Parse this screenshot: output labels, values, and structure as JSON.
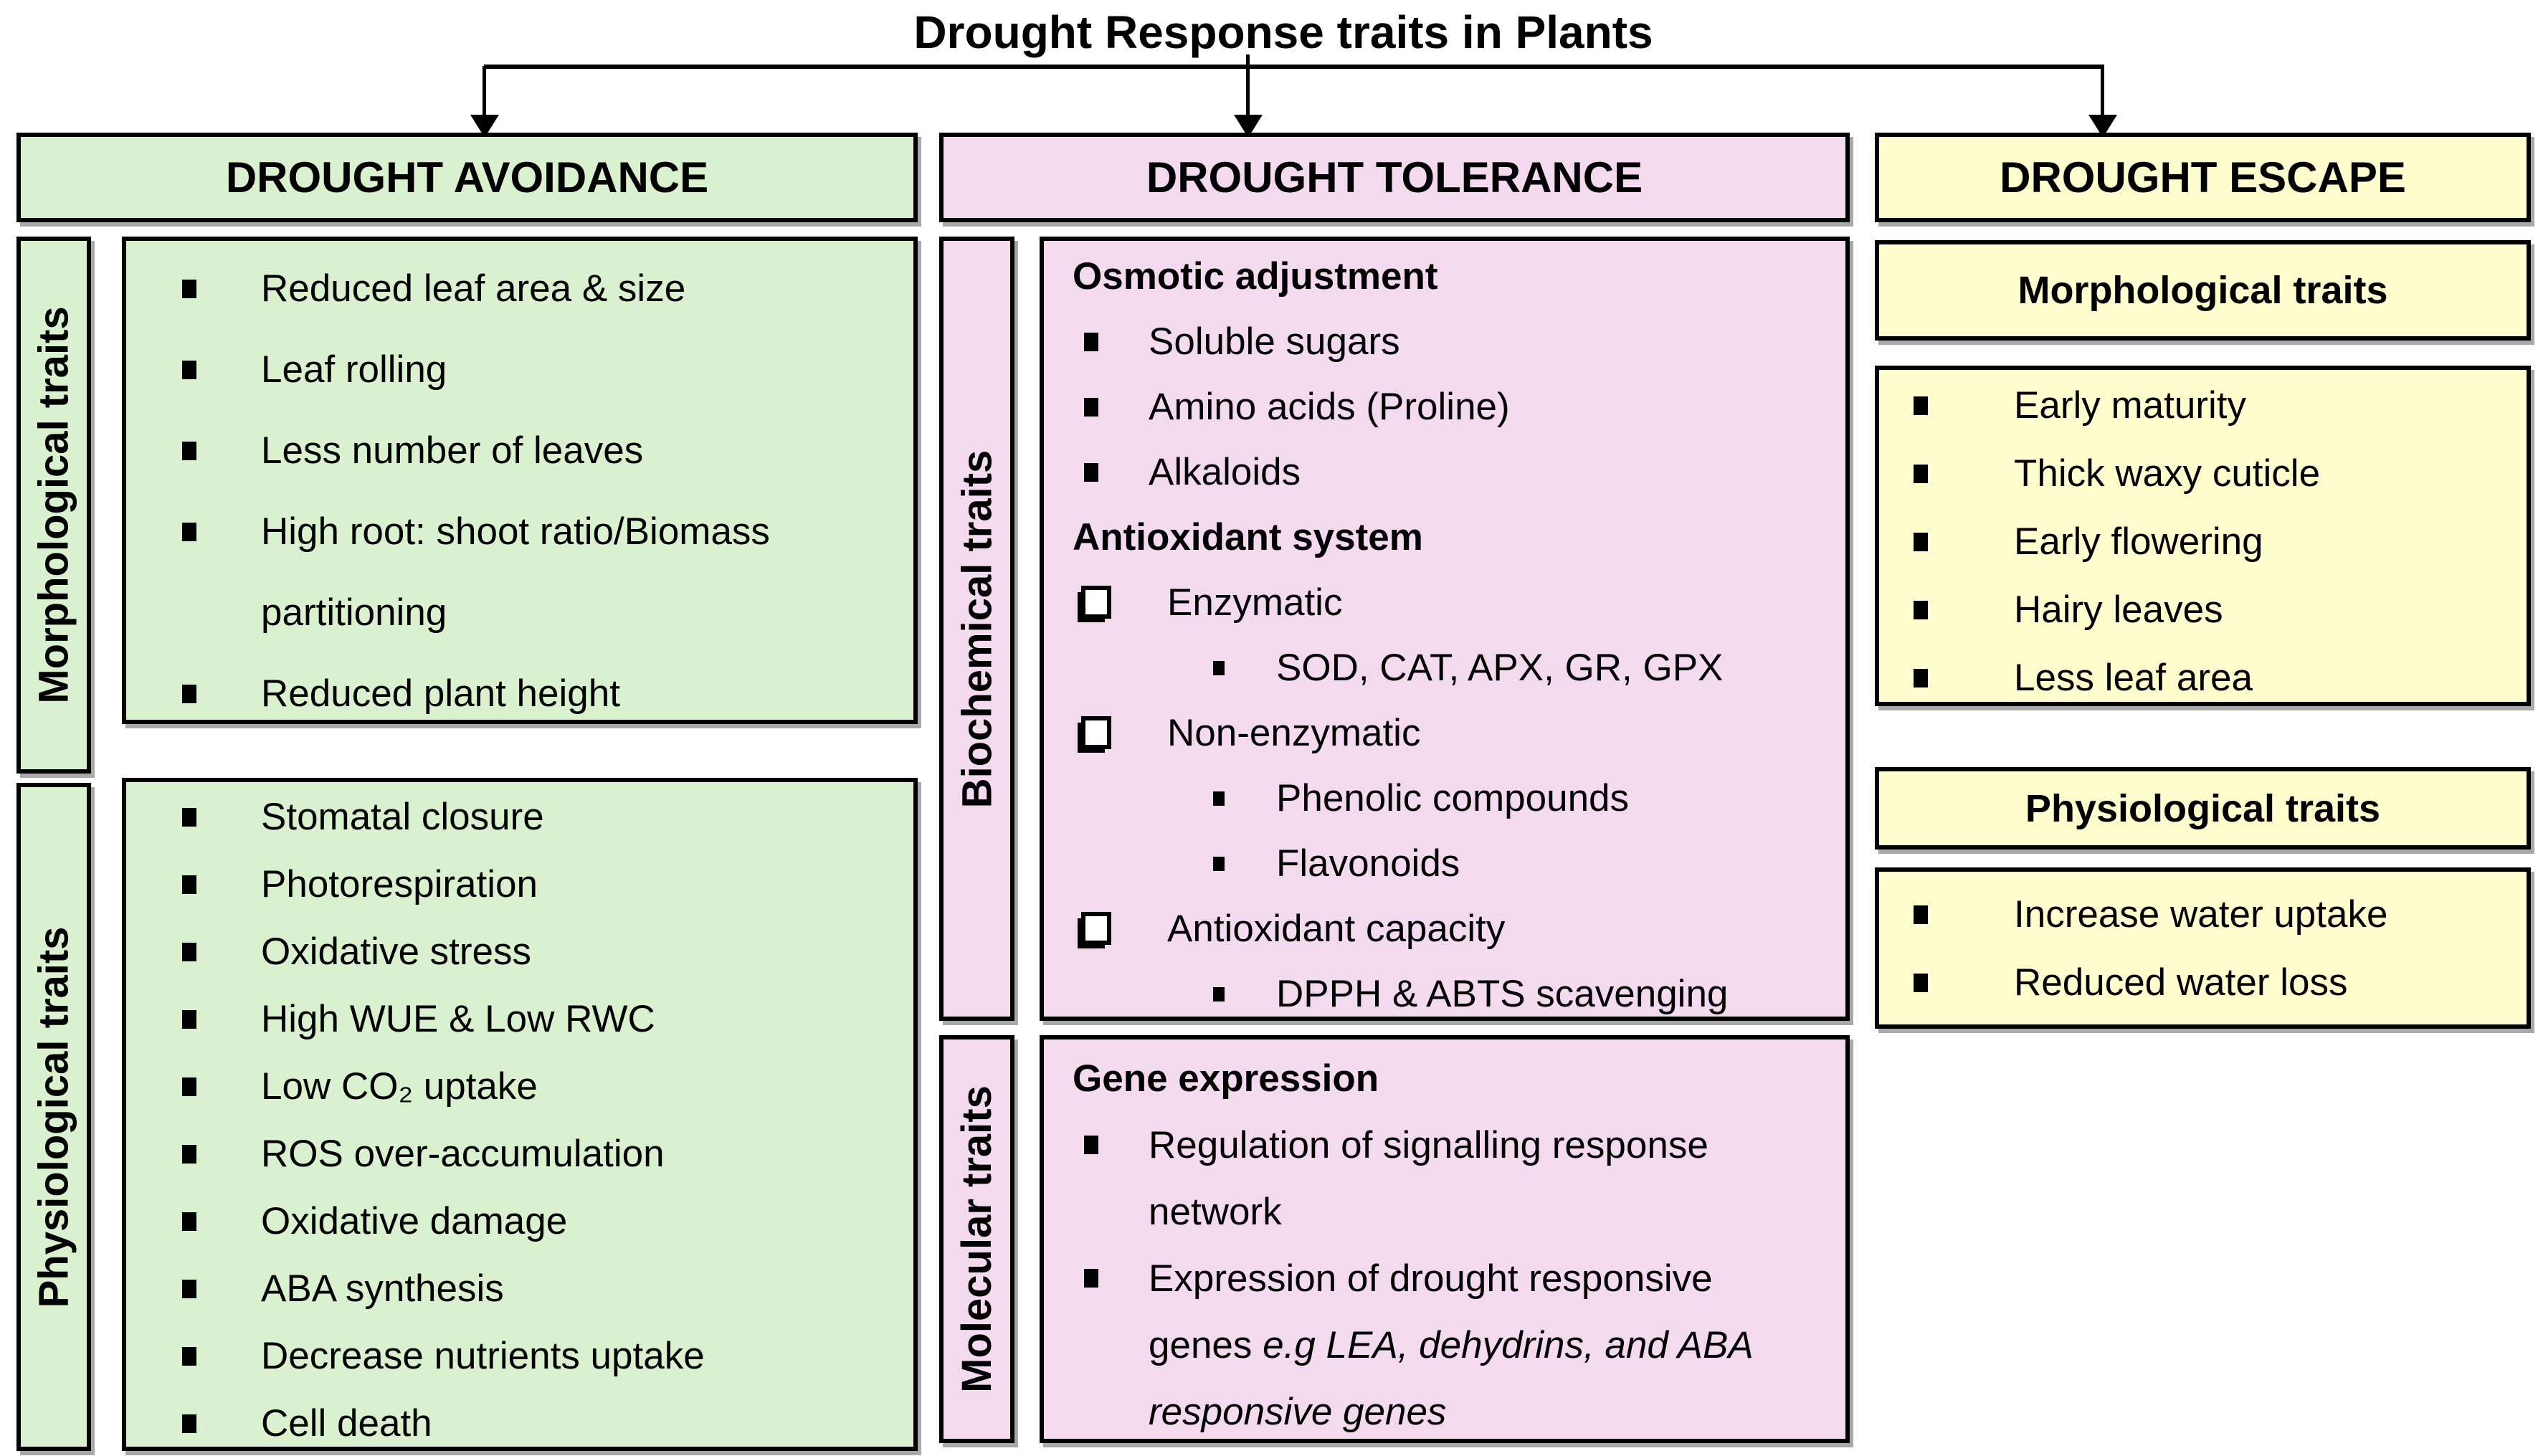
{
  "title": "Drought Response traits in Plants",
  "colors": {
    "avoidance_fill": "#d9f1cf",
    "tolerance_fill": "#f3daee",
    "escape_fill": "#fffcce",
    "border": "#000000"
  },
  "avoidance": {
    "header": "DROUGHT AVOIDANCE",
    "morphological": {
      "label": "Morphological traits",
      "items": [
        "Reduced leaf area & size",
        "Leaf rolling",
        "Less number of leaves",
        "High root: shoot ratio/Biomass partitioning",
        "Reduced plant height"
      ]
    },
    "physiological": {
      "label": "Physiological traits",
      "items": [
        "Stomatal closure",
        "Photorespiration",
        "Oxidative stress",
        "High WUE & Low RWC",
        "Low CO₂ uptake",
        "ROS over-accumulation",
        "Oxidative damage",
        "ABA synthesis",
        "Decrease nutrients uptake",
        "Cell death"
      ]
    }
  },
  "tolerance": {
    "header": "DROUGHT TOLERANCE",
    "biochemical": {
      "label": "Biochemical traits",
      "heading1": "Osmotic adjustment",
      "osmotic_items": [
        "Soluble sugars",
        "Amino acids (Proline)",
        "Alkaloids"
      ],
      "heading2": "Antioxidant system",
      "antioxidant_groups": [
        {
          "name": "Enzymatic",
          "subitems": [
            "SOD, CAT, APX, GR, GPX"
          ]
        },
        {
          "name": "Non-enzymatic",
          "subitems": [
            "Phenolic compounds",
            "Flavonoids"
          ]
        },
        {
          "name": "Antioxidant capacity",
          "subitems": [
            "DPPH & ABTS scavenging"
          ]
        }
      ]
    },
    "molecular": {
      "label": "Molecular traits",
      "heading": "Gene expression",
      "items": [
        "Regulation of signalling response network"
      ],
      "mixed_item": {
        "normal": "Expression of drought responsive genes ",
        "italic": "e.g LEA, dehydrins, and ABA responsive genes"
      }
    }
  },
  "escape": {
    "header": "DROUGHT ESCAPE",
    "morphological": {
      "header": "Morphological traits",
      "items": [
        "Early maturity",
        "Thick waxy cuticle",
        "Early flowering",
        "Hairy leaves",
        "Less leaf area"
      ]
    },
    "physiological": {
      "header": "Physiological traits",
      "items": [
        "Increase water uptake",
        "Reduced water loss"
      ]
    }
  }
}
